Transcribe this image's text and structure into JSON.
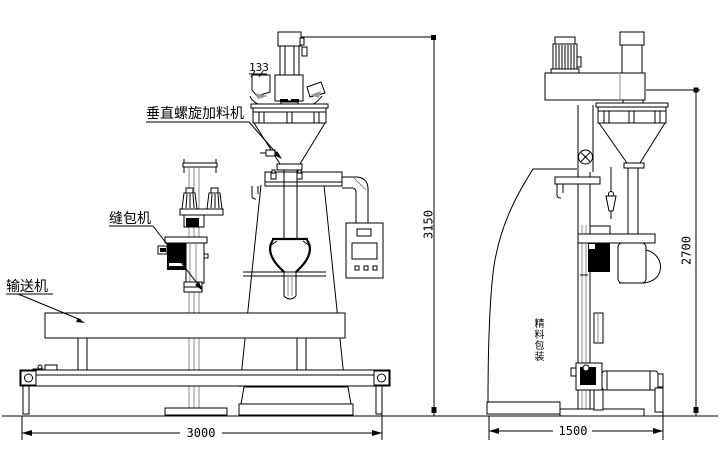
{
  "labels": {
    "feeder": "垂直螺旋加料机",
    "sewing_machine": "缝包机",
    "conveyor": "输送机",
    "body_tag": "精料包装"
  },
  "dimensions": {
    "auger": "133",
    "height_front": "3150",
    "width_front": "3000",
    "height_side": "2700",
    "width_side": "1500"
  },
  "colors": {
    "line": "#000000",
    "gray": "#8c8c8c",
    "background": "#ffffff"
  }
}
